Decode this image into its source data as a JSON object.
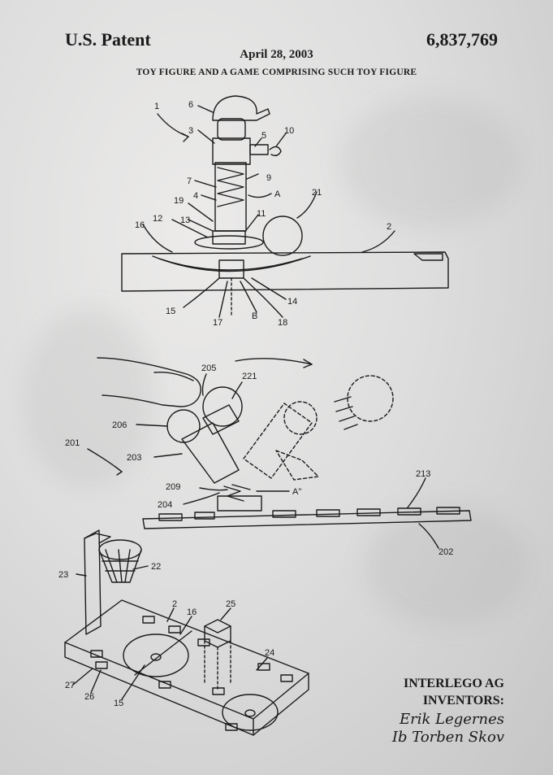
{
  "header": {
    "left": "U.S. Patent",
    "right": "6,837,769",
    "date": "April 28, 2003",
    "title": "TOY FIGURE AND A GAME COMPRISING SUCH TOY FIGURE"
  },
  "fig1_labels": [
    "1",
    "6",
    "3",
    "5",
    "10",
    "7",
    "9",
    "4",
    "A",
    "21",
    "19",
    "13",
    "11",
    "12",
    "16",
    "2",
    "15",
    "17",
    "B",
    "18",
    "14"
  ],
  "fig2_labels": [
    "205",
    "221",
    "206",
    "203",
    "201",
    "209",
    "204",
    "A\"",
    "213",
    "202"
  ],
  "fig3_labels": [
    "23",
    "22",
    "2",
    "16",
    "25",
    "24",
    "27",
    "26",
    "15"
  ],
  "footer": {
    "assignee": "INTERLEGO AG",
    "inventors_label": "INVENTORS:",
    "inventors": [
      "Erik Legernes",
      "Ib Torben Skov"
    ]
  }
}
